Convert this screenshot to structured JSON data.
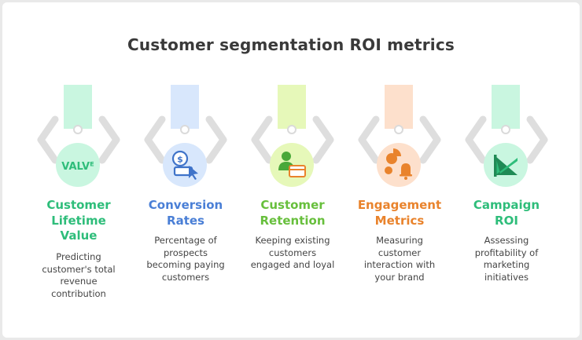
{
  "title": "Customer segmentation ROI metrics",
  "items": [
    {
      "heading": [
        "Customer",
        "Lifetime",
        "Value"
      ],
      "description": [
        "Predicting",
        "customer's total",
        "revenue",
        "contribution"
      ],
      "heading_color": "#2ebd7a",
      "rect_color": "#c9f6e0",
      "circle_color": "#c9f6e0",
      "icon": "value-text-icon",
      "icon_text": "VALVᴱ"
    },
    {
      "heading": [
        "Conversion",
        "Rates"
      ],
      "description": [
        "Percentage of",
        "prospects",
        "becoming paying",
        "customers"
      ],
      "heading_color": "#4a7fd6",
      "rect_color": "#d8e7fc",
      "circle_color": "#d8e7fc",
      "icon": "dollar-cursor-icon"
    },
    {
      "heading": [
        "Customer",
        "Retention"
      ],
      "description": [
        "Keeping existing",
        "customers",
        "engaged and loyal"
      ],
      "heading_color": "#67bf3c",
      "rect_color": "#e6f8b9",
      "circle_color": "#e6f8b9",
      "icon": "user-card-icon"
    },
    {
      "heading": [
        "Engagement",
        "Metrics"
      ],
      "description": [
        "Measuring",
        "customer",
        "interaction with",
        "your brand"
      ],
      "heading_color": "#e9832c",
      "rect_color": "#fde0cc",
      "circle_color": "#fde0cc",
      "icon": "chart-bell-icon"
    },
    {
      "heading": [
        "Campaign",
        "ROI"
      ],
      "description": [
        "Assessing",
        "profitability of",
        "marketing",
        "initiatives"
      ],
      "heading_color": "#2ebd7a",
      "rect_color": "#c9f6e0",
      "circle_color": "#c9f6e0",
      "icon": "flag-icon"
    }
  ]
}
